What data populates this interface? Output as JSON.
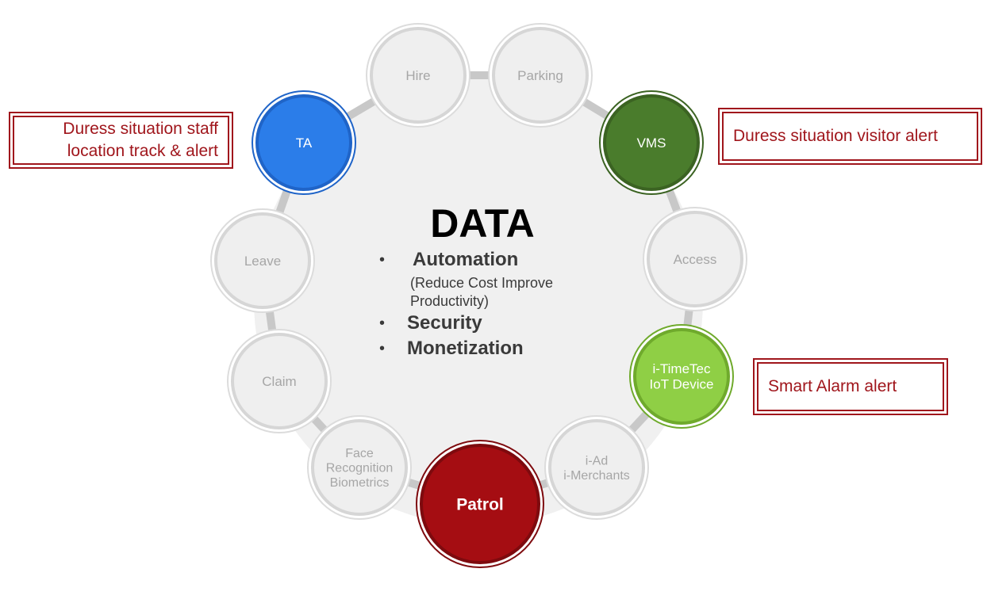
{
  "center": {
    "title": "DATA",
    "bullet_symbol": "•",
    "bullets": [
      {
        "label": "Automation",
        "sub_line1": "(Reduce Cost Improve",
        "sub_line2": "Productivity)"
      },
      {
        "label": "Security"
      },
      {
        "label": "Monetization"
      }
    ]
  },
  "nodes": [
    {
      "id": "hire",
      "lines": [
        "Hire"
      ],
      "style": "grey"
    },
    {
      "id": "parking",
      "lines": [
        "Parking"
      ],
      "style": "grey"
    },
    {
      "id": "vms",
      "lines": [
        "VMS"
      ],
      "style": "darkgreen"
    },
    {
      "id": "access",
      "lines": [
        "Access"
      ],
      "style": "grey"
    },
    {
      "id": "iot",
      "lines": [
        "i-TimeTec",
        "IoT Device"
      ],
      "style": "lightgreen"
    },
    {
      "id": "iad",
      "lines": [
        "i-Ad",
        "i-Merchants"
      ],
      "style": "grey"
    },
    {
      "id": "patrol",
      "lines": [
        "Patrol"
      ],
      "style": "red"
    },
    {
      "id": "face",
      "lines": [
        "Face",
        "Recognition",
        "Biometrics"
      ],
      "style": "grey"
    },
    {
      "id": "claim",
      "lines": [
        "Claim"
      ],
      "style": "grey"
    },
    {
      "id": "leave",
      "lines": [
        "Leave"
      ],
      "style": "grey"
    },
    {
      "id": "ta",
      "lines": [
        "TA"
      ],
      "style": "blue"
    }
  ],
  "callouts": {
    "staff_line1": "Duress situation staff",
    "staff_line2": "location track & alert",
    "visitor": "Duress situation  visitor alert",
    "alarm": "Smart Alarm  alert"
  },
  "colors": {
    "grey_fill": "#efefef",
    "grey_ring": "#d6d6d6",
    "grey_text": "#a6a6a6",
    "blue": "#2b7de9",
    "dark_green": "#4a7c2c",
    "light_green": "#8fcf45",
    "red": "#a50d12",
    "connector": "#c8c8c8",
    "callout_border": "#a0161c"
  }
}
